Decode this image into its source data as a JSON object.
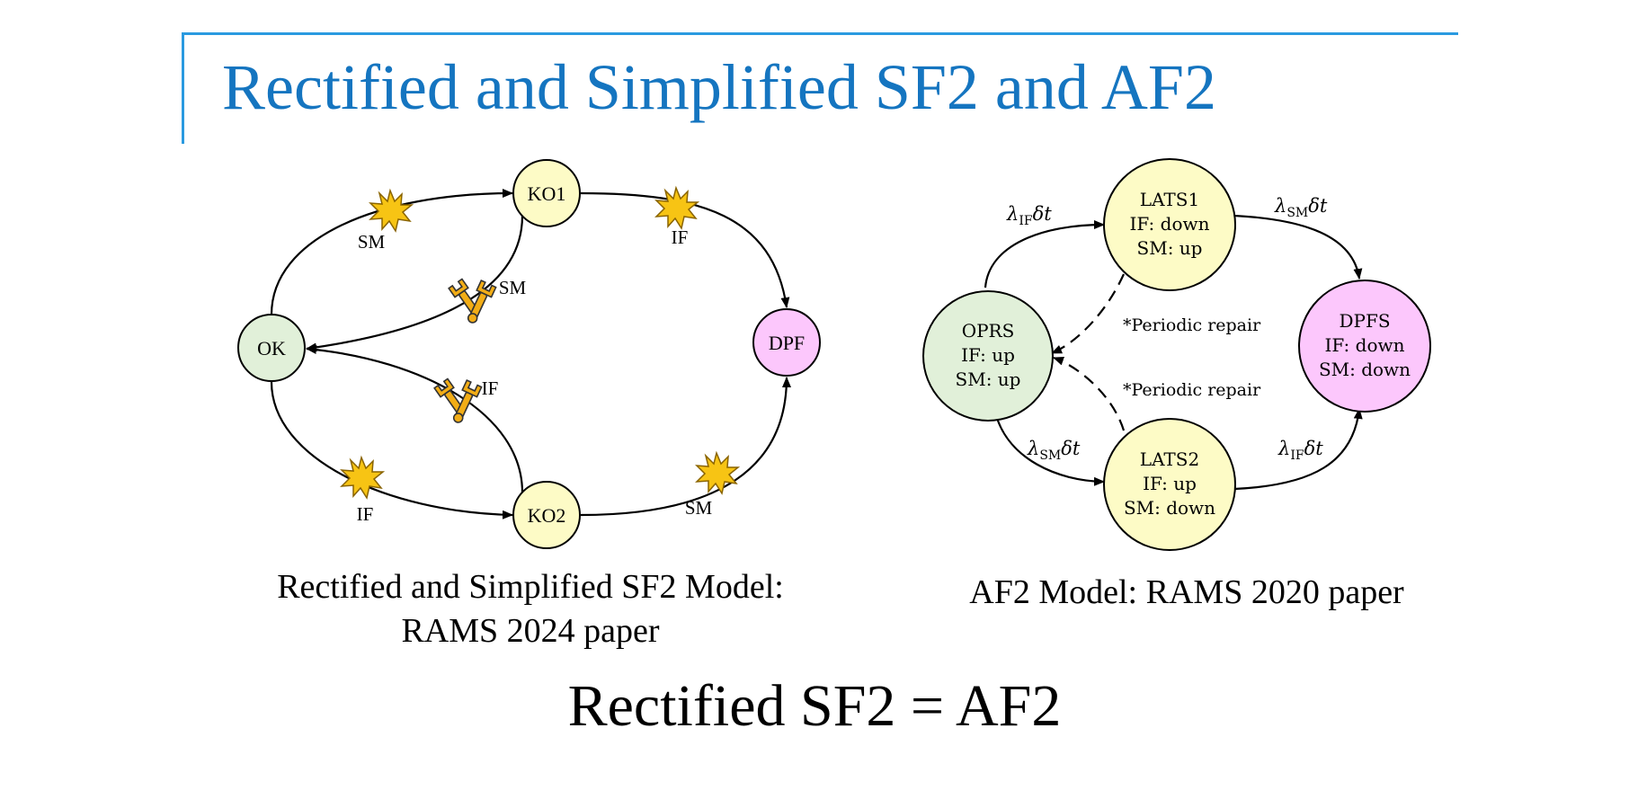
{
  "slide": {
    "title": "Rectified and Simplified SF2 and AF2",
    "bottom_statement": "Rectified SF2 = AF2",
    "accent_color": "#2a9ae0",
    "title_color": "#1575c0"
  },
  "sf2_diagram": {
    "caption_line1": "Rectified and Simplified SF2 Model:",
    "caption_line2": "RAMS 2024 paper",
    "nodes": {
      "ok": {
        "label": "OK",
        "fill": "#e1f0d9"
      },
      "ko1": {
        "label": "KO1",
        "fill": "#fdfbc6"
      },
      "ko2": {
        "label": "KO2",
        "fill": "#fdfbc6"
      },
      "dpf": {
        "label": "DPF",
        "fill": "#fcc7fc"
      }
    },
    "edge_labels": {
      "ok_to_ko1": "SM",
      "ko1_to_dpf": "IF",
      "ko1_repair": "SM",
      "ko2_repair": "IF",
      "ok_to_ko2": "IF",
      "ko2_to_dpf": "SM"
    },
    "icons": {
      "failure": "explosion-icon",
      "repair": "wrench-icon",
      "failure_color": "#f7c414",
      "repair_color": "#f2ad16"
    }
  },
  "af2_diagram": {
    "caption": "AF2 Model: RAMS 2020 paper",
    "nodes": {
      "oprs": {
        "name": "OPRS",
        "line2": "IF: up",
        "line3": "SM: up",
        "fill": "#e1f0d9"
      },
      "lats1": {
        "name": "LATS1",
        "line2": "IF: down",
        "line3": "SM: up",
        "fill": "#fdfbc6"
      },
      "lats2": {
        "name": "LATS2",
        "line2": "IF: up",
        "line3": "SM: down",
        "fill": "#fdfbc6"
      },
      "dpfs": {
        "name": "DPFS",
        "line2": "IF: down",
        "line3": "SM: down",
        "fill": "#fcc7fc"
      }
    },
    "edge_labels": {
      "oprs_to_lats1": {
        "symbol": "λ",
        "sub": "IF",
        "tail": "δt"
      },
      "lats1_to_dpfs": {
        "symbol": "λ",
        "sub": "SM",
        "tail": "δt"
      },
      "oprs_to_lats2": {
        "symbol": "λ",
        "sub": "SM",
        "tail": "δt"
      },
      "lats2_to_dpfs": {
        "symbol": "λ",
        "sub": "IF",
        "tail": "δt"
      },
      "repair_upper": "*Periodic repair",
      "repair_lower": "*Periodic repair"
    }
  }
}
